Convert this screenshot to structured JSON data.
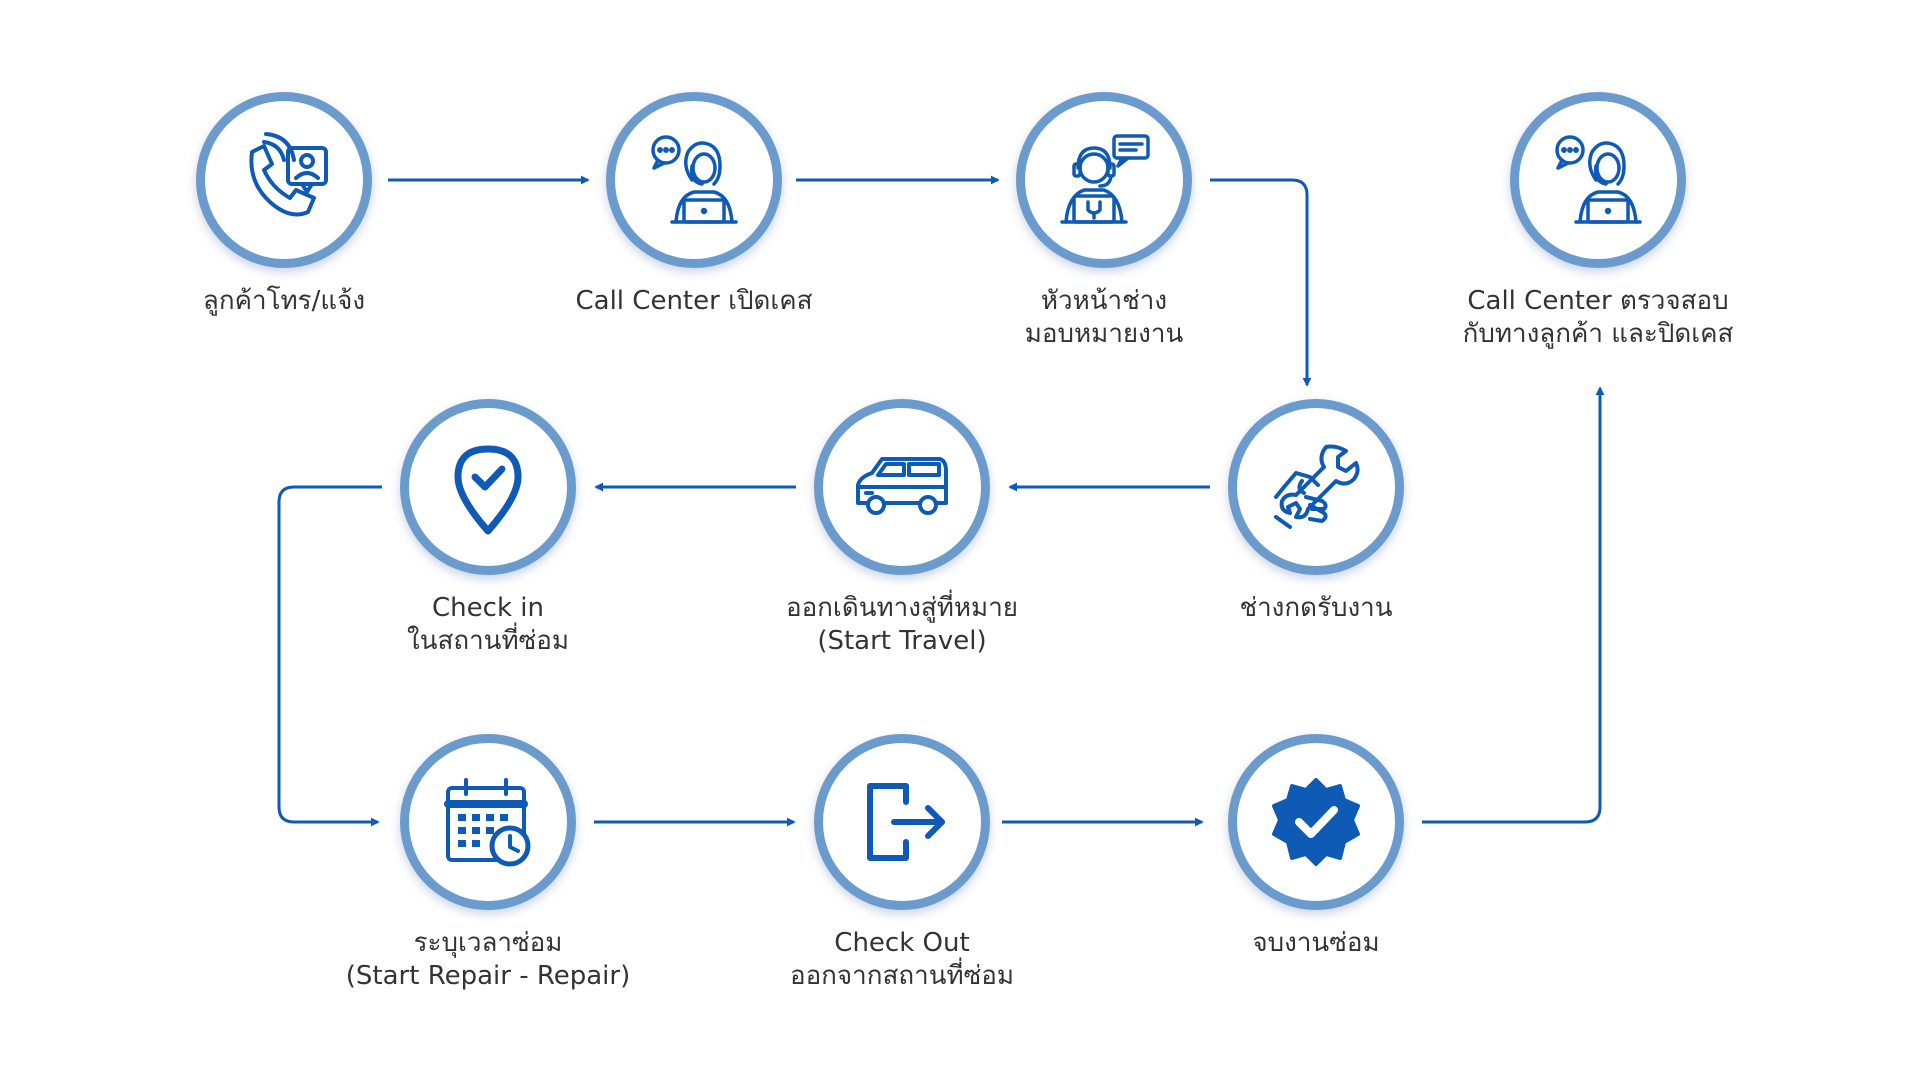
{
  "colors": {
    "accent": "#0e5ab4",
    "ring": "#6b9bcd",
    "text": "#333333"
  },
  "steps": [
    {
      "icon": "phone-contact-icon",
      "lines": [
        "ลูกค้าโทร/แจ้ง"
      ]
    },
    {
      "icon": "call-center-agent-icon",
      "lines": [
        "Call Center เปิดเคส"
      ]
    },
    {
      "icon": "technician-headset-icon",
      "lines": [
        "หัวหน้าช่าง",
        "มอบหมายงาน"
      ]
    },
    {
      "icon": "call-center-agent-icon",
      "lines": [
        "Call Center ตรวจสอบ",
        "กับทางลูกค้า และปิดเคส"
      ]
    },
    {
      "icon": "location-check-icon",
      "lines": [
        "Check in",
        "ในสถานที่ซ่อม"
      ]
    },
    {
      "icon": "van-icon",
      "lines": [
        "ออกเดินทางสู่ที่หมาย",
        "(Start Travel)"
      ]
    },
    {
      "icon": "wrench-hand-icon",
      "lines": [
        "ช่างกดรับงาน"
      ]
    },
    {
      "icon": "calendar-clock-icon",
      "lines": [
        "ระบุเวลาซ่อม",
        "(Start Repair - Repair)"
      ]
    },
    {
      "icon": "exit-door-icon",
      "lines": [
        "Check Out",
        "ออกจากสถานที่ซ่อม"
      ]
    },
    {
      "icon": "verified-badge-icon",
      "lines": [
        "จบงานซ่อม"
      ]
    }
  ]
}
